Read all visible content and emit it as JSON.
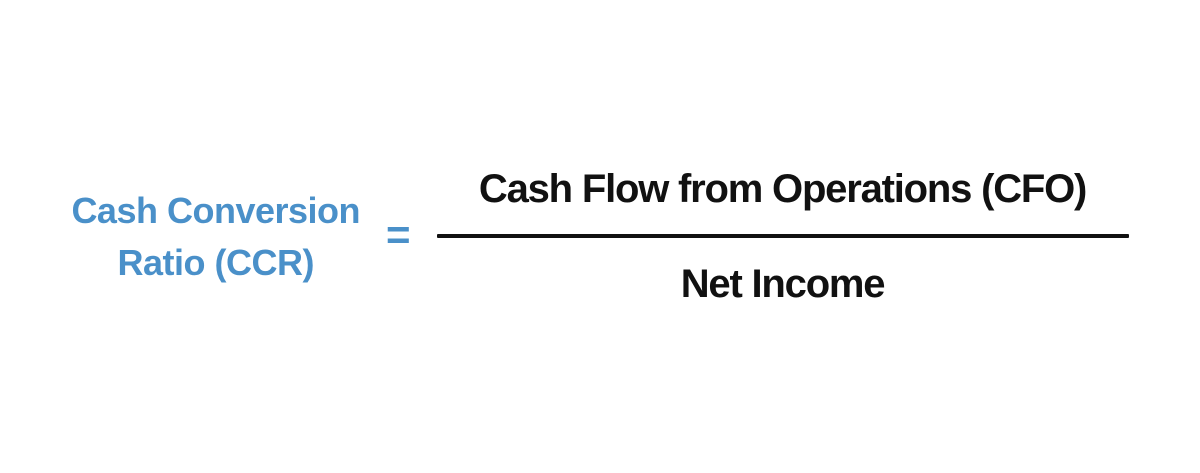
{
  "formula": {
    "lhs_line1": "Cash Conversion",
    "lhs_line2": "Ratio (CCR)",
    "equals": "=",
    "numerator": "Cash Flow from Operations (CFO)",
    "denominator": "Net Income"
  },
  "colors": {
    "label_blue": "#4A90C9",
    "text_black": "#111111",
    "background": "#FFFFFF"
  }
}
